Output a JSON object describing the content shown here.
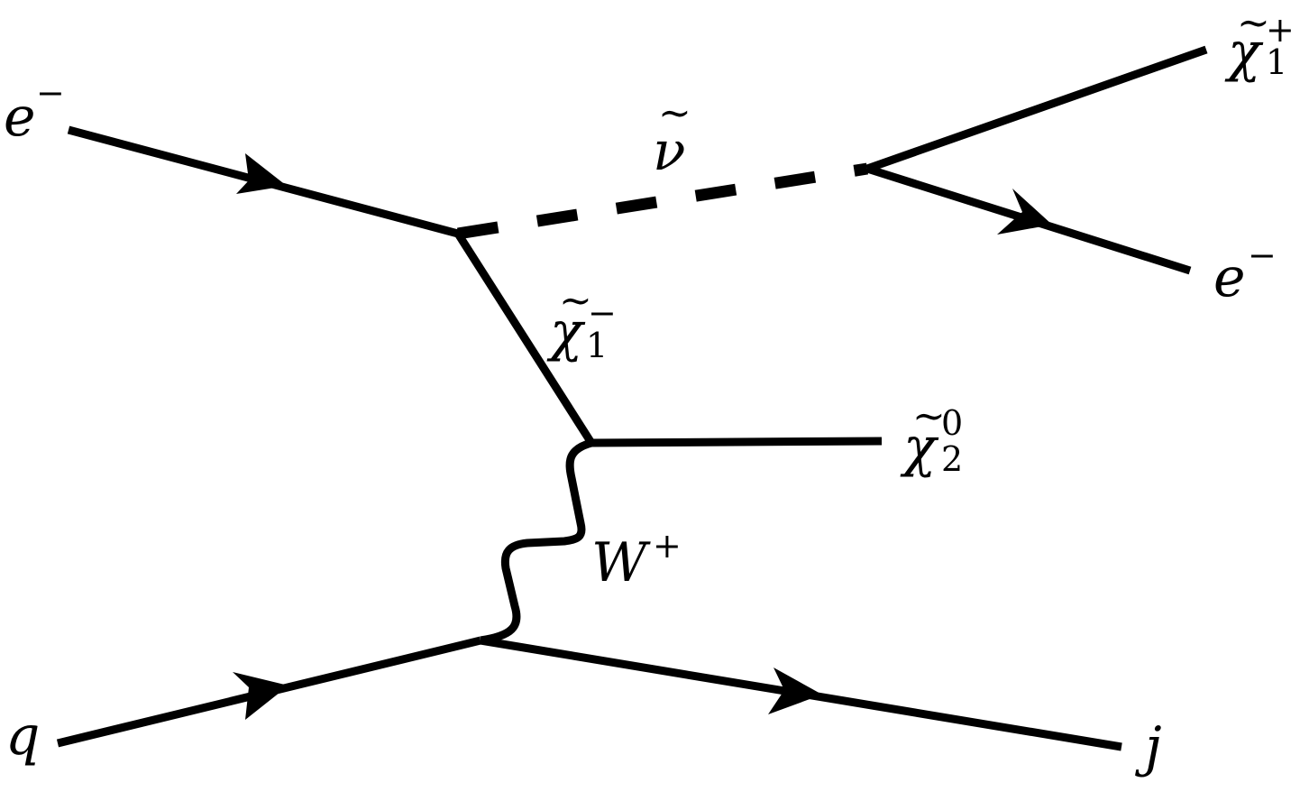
{
  "diagram": {
    "particles": {
      "e_in": {
        "symbol": "e",
        "sup": "−"
      },
      "q_in": {
        "symbol": "q"
      },
      "sneutrino": {
        "symbol": "ν",
        "accent": "~"
      },
      "chargino_t": {
        "symbol": "χ",
        "accent": "~",
        "sub": "1",
        "sup": "−"
      },
      "w_boson": {
        "symbol": "W",
        "sup": "+"
      },
      "neutralino": {
        "symbol": "χ",
        "accent": "~",
        "sub": "2",
        "sup": "0"
      },
      "chargino_out": {
        "symbol": "χ",
        "accent": "~",
        "sub": "1",
        "sup": "+"
      },
      "e_out": {
        "symbol": "e",
        "sup": "−"
      },
      "jet": {
        "symbol": "j"
      }
    },
    "colors": {
      "line": "#000000",
      "background": "#ffffff"
    }
  }
}
